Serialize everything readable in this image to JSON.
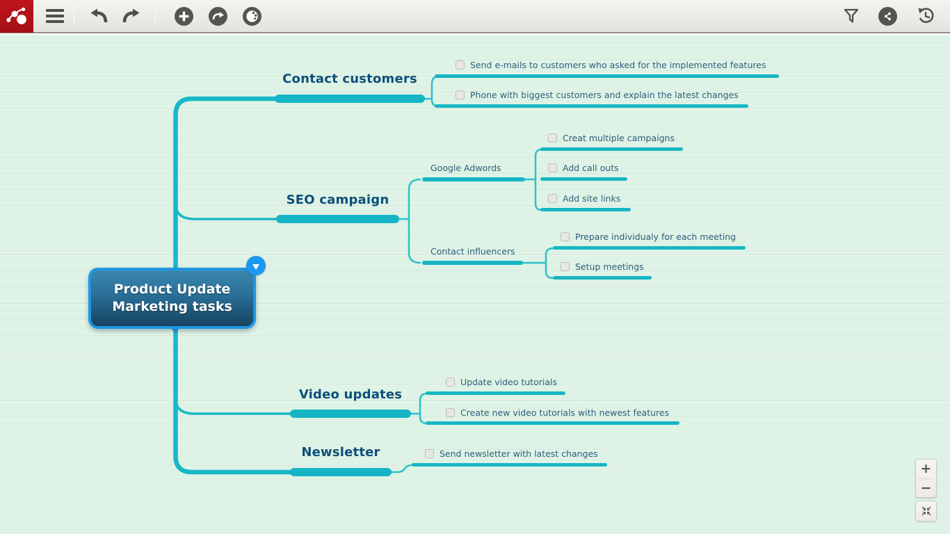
{
  "toolbar": {
    "left_icons": [
      "logo",
      "menu",
      "undo",
      "redo",
      "add-topic",
      "reposition",
      "theme-palette"
    ],
    "right_icons": [
      "filter",
      "share",
      "history"
    ]
  },
  "map": {
    "root": {
      "label": "Product Update\nMarketing tasks"
    },
    "branches": [
      {
        "label": "Contact customers",
        "children": [
          {
            "label": "Send e-mails to customers who asked for the implemented features",
            "checked": false
          },
          {
            "label": "Phone with biggest customers and explain the latest changes",
            "checked": false
          }
        ]
      },
      {
        "label": "SEO campaign",
        "children": [
          {
            "label": "Google Adwords",
            "children": [
              {
                "label": "Creat multiple campaigns",
                "checked": false
              },
              {
                "label": "Add call outs",
                "checked": false
              },
              {
                "label": "Add site links",
                "checked": false
              }
            ]
          },
          {
            "label": "Contact influencers",
            "children": [
              {
                "label": "Prepare individualy for each meeting",
                "checked": false
              },
              {
                "label": "Setup meetings",
                "checked": false
              }
            ]
          }
        ]
      },
      {
        "label": "Video updates",
        "children": [
          {
            "label": "Update video tutorials",
            "checked": false
          },
          {
            "label": "Create new video tutorials with newest features",
            "checked": false
          }
        ]
      },
      {
        "label": "Newsletter",
        "children": [
          {
            "label": "Send newsletter with latest changes",
            "checked": false
          }
        ]
      }
    ]
  },
  "zoom_controls": {
    "zoom_in": "+",
    "zoom_out": "−"
  },
  "colors": {
    "accent_teal": "#15b5c5",
    "topic_navy": "#0d4f7a",
    "leaf_text": "#2e5e7e",
    "central_border": "#1f97e5",
    "logo_red": "#b5121a",
    "canvas_bg": "#def3e5",
    "toolbar_icon": "#504f49"
  }
}
